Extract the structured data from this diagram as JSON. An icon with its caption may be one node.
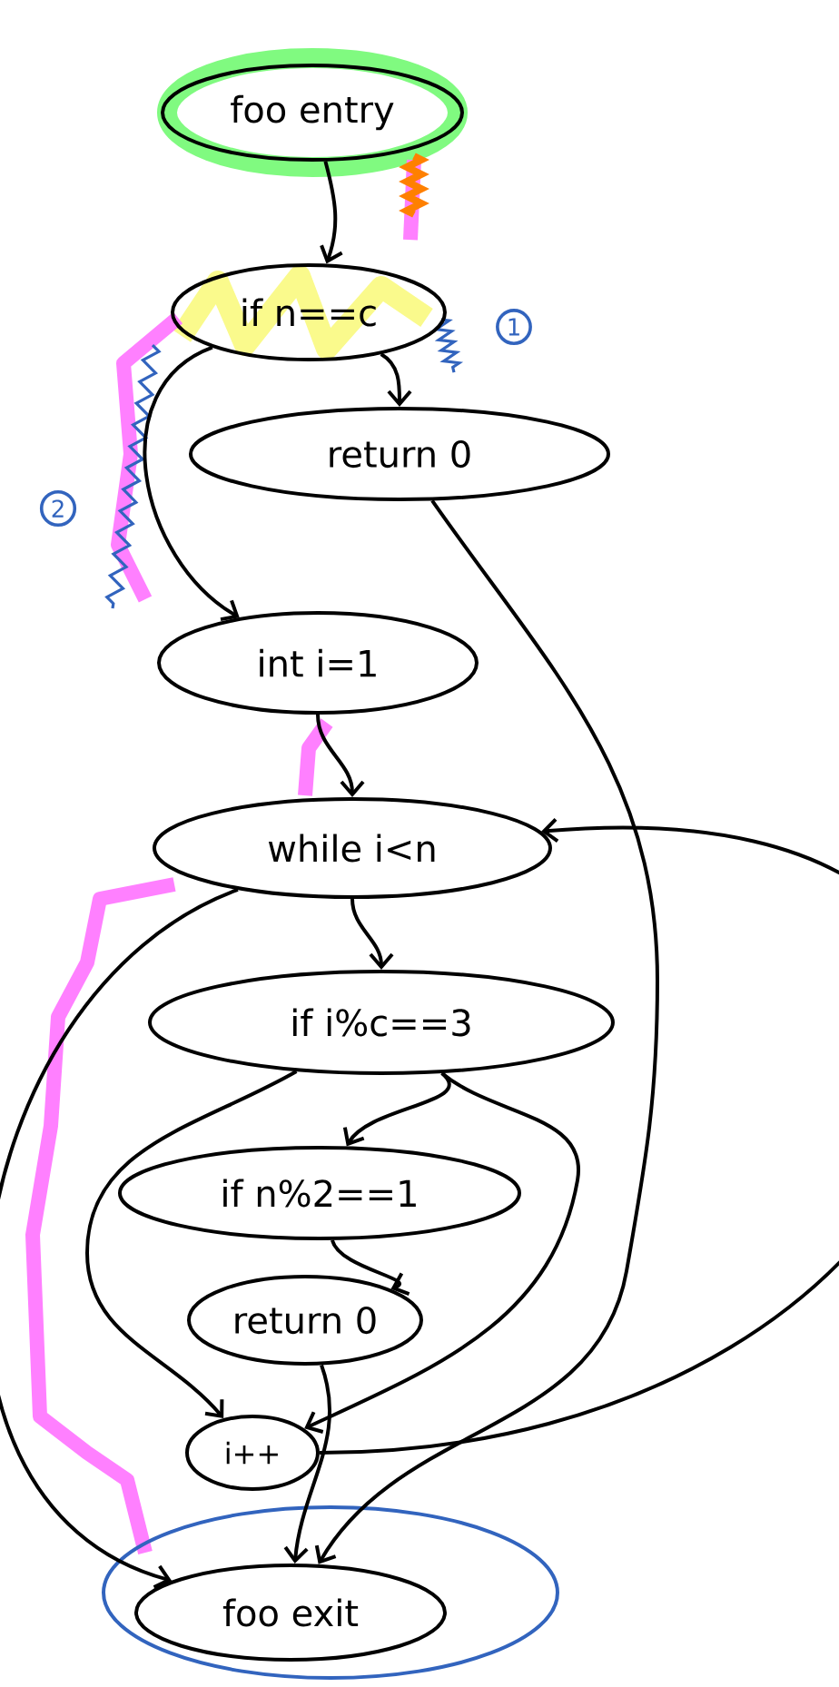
{
  "diagram": {
    "nodes": [
      {
        "text": [
          "foo entry"
        ]
      },
      {
        "text": [
          "if n==c"
        ]
      },
      {
        "text": [
          "return 0"
        ]
      },
      {
        "text": [
          "int i=1"
        ]
      },
      {
        "text": [
          "while i<n"
        ]
      },
      {
        "text": [
          "if i%c==3"
        ]
      },
      {
        "text": [
          "if n%2==1"
        ]
      },
      {
        "text": [
          "return 0"
        ]
      },
      {
        "text": [
          "i++"
        ]
      },
      {
        "text": [
          "foo exit"
        ]
      }
    ],
    "edges": [
      {
        "from": 0,
        "to": 1,
        "arrow": "to"
      },
      {
        "from": 1,
        "to": 2,
        "arrow": "to",
        "label": "1"
      },
      {
        "from": 1,
        "to": 3,
        "arrow": "to",
        "label": "2"
      },
      {
        "from": 2,
        "to": 9,
        "arrow": "to"
      },
      {
        "from": 3,
        "to": 4,
        "arrow": "to"
      },
      {
        "from": 4,
        "to": 5,
        "arrow": "to"
      },
      {
        "from": 4,
        "to": 9,
        "arrow": "to"
      },
      {
        "from": 5,
        "to": 6,
        "arrow": "to"
      },
      {
        "from": 5,
        "to": 8,
        "arrow": "to"
      },
      {
        "from": 5,
        "to": 8,
        "arrow": "to"
      },
      {
        "from": 6,
        "to": 7,
        "arrow": "to"
      },
      {
        "from": 7,
        "to": 9,
        "arrow": "to"
      },
      {
        "from": 8,
        "to": 4,
        "arrow": "to"
      }
    ]
  }
}
